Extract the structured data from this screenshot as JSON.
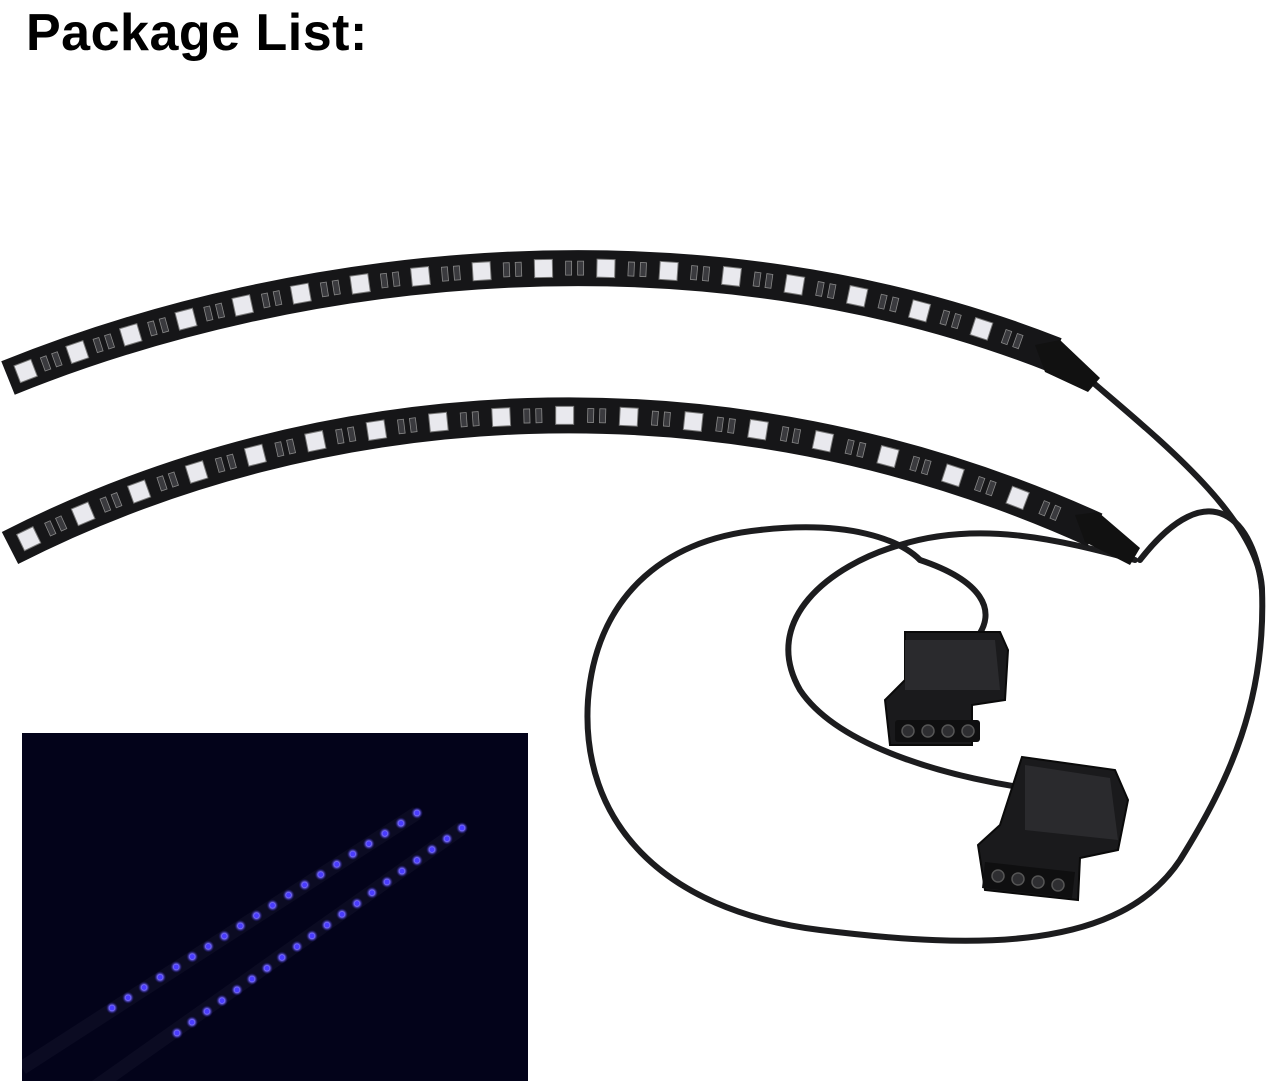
{
  "page": {
    "title": "Package List:"
  },
  "photo": {
    "strip_count": 2,
    "connector_count": 2,
    "led_color_lit": "#4a3cff",
    "strip_color": "#161618",
    "cable_color": "#1c1c1e",
    "inset_background": "#03031a"
  }
}
